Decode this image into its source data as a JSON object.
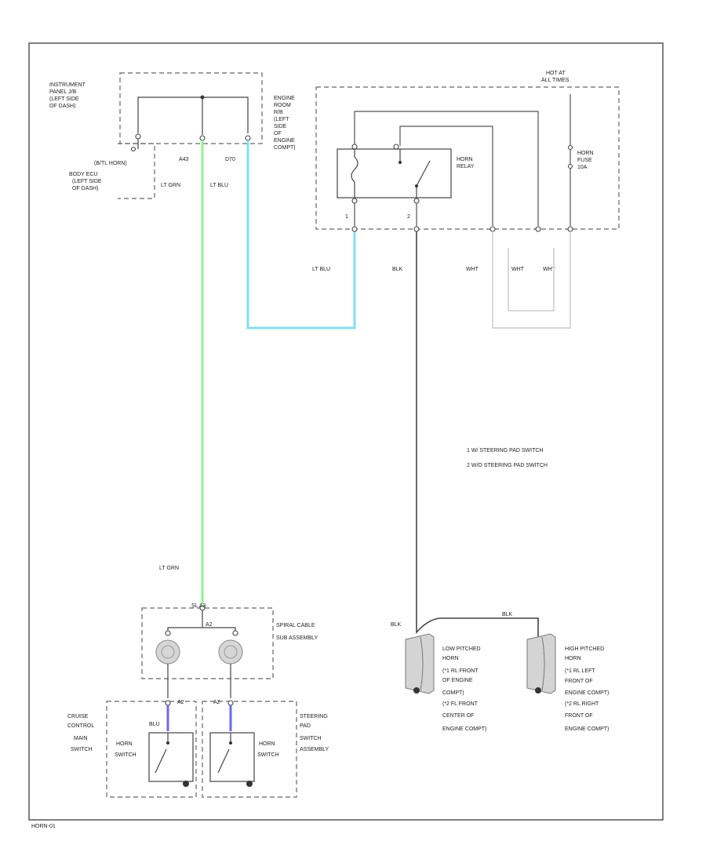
{
  "colors": {
    "lt_grn": "#8ef58e",
    "lt_blu": "#7fe0f0",
    "blu": "#6a6af0",
    "wht": "#d8d8d8",
    "blk": "#555555"
  },
  "labels": {
    "instrument_panel_jb": [
      "INSTRUMENT",
      "PANEL J/B",
      "(LEFT SIDE",
      "OF DASH)"
    ],
    "pin_a43": "A43",
    "pin_d70": "D70",
    "body_ecu_relay": "(B/TL HORN)",
    "body_ecu": [
      "BODY ECU",
      "(LEFT SIDE",
      "OF DASH)"
    ],
    "wire_lt_grn_top": "LT GRN",
    "wire_lt_blu_top": "LT BLU",
    "engine_room_jb": [
      "ENGINE",
      "ROOM",
      "R/B",
      "(LEFT",
      "SIDE",
      "OF",
      "ENGINE",
      "COMPT)"
    ],
    "hot_at_all_times": [
      "HOT AT",
      "ALL TIMES"
    ],
    "horn_relay": [
      "HORN",
      "RELAY"
    ],
    "horn_fuse": [
      "HORN",
      "FUSE",
      "10A"
    ],
    "relay_pin_1": "1",
    "relay_pin_2": "2",
    "wire_lt_blu_mid": "LT BLU",
    "wire_blk_mid": "BLK",
    "wire_wht_1": "WHT",
    "wire_wht_2": "WHT",
    "wire_wht_3": "WHT",
    "note_1": "1  W/ STEERING PAD SWITCH",
    "note_2": "2  W/O STEERING PAD SWITCH",
    "wire_lt_grn_low": "LT GRN",
    "spiral_cable_pin": "SL A3",
    "spiral_cable": [
      "SPIRAL CABLE",
      "SUB ASSEMBLY"
    ],
    "spiral_inner_pin": "A2",
    "cruise_switch": [
      "CRUISE",
      "CONTROL",
      "MAIN",
      "SWITCH"
    ],
    "cruise_pin": "A2",
    "steering_pin": "A2",
    "wire_blu": "BLU",
    "horn_switch_1": [
      "HORN",
      "SWITCH"
    ],
    "horn_switch_2": [
      "HORN",
      "SWITCH"
    ],
    "steering_pad": [
      "STEERING",
      "PAD",
      "SWITCH",
      "ASSEMBLY"
    ],
    "wire_blk_horn": "BLK",
    "wire_blk_top_horn": "BLK",
    "low_horn": [
      "LOW PITCHED",
      "HORN",
      "(*1 RL FRONT",
      "OF ENGINE",
      "COMPT)",
      "(*2 FL FRONT",
      "CENTER OF",
      "ENGINE COMPT)"
    ],
    "high_horn": [
      "HIGH PITCHED",
      "HORN",
      "(*1 RL LEFT",
      "FRONT OF",
      "ENGINE COMPT)",
      "(*2 RL RIGHT",
      "FRONT OF",
      "ENGINE COMPT)"
    ],
    "diagram_id": "HORN-01"
  }
}
